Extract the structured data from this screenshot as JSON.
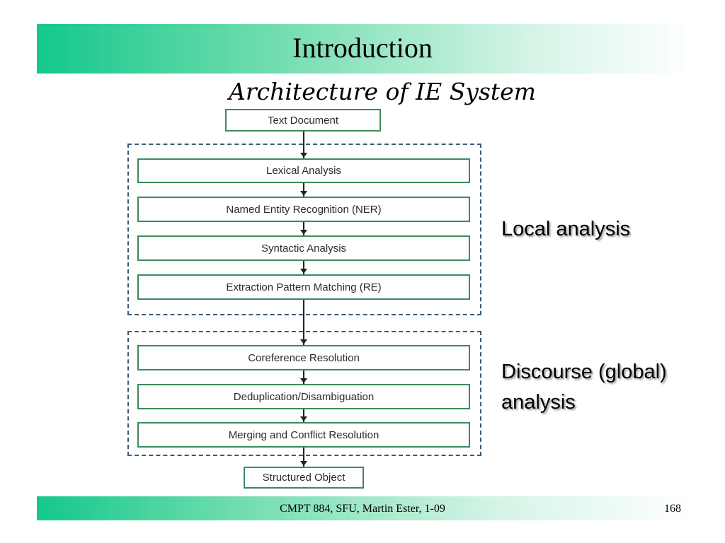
{
  "slide": {
    "title": "Introduction",
    "subtitle": "Architecture of IE System",
    "footer": "CMPT 884, SFU, Martin Ester, 1-09",
    "page_number": "168"
  },
  "diagram": {
    "input": "Text Document",
    "local_steps": [
      "Lexical Analysis",
      "Named Entity Recognition (NER)",
      "Syntactic Analysis",
      "Extraction Pattern Matching (RE)"
    ],
    "discourse_steps": [
      "Coreference Resolution",
      "Deduplication/Disambiguation",
      "Merging and Conflict Resolution"
    ],
    "output": "Structured Object"
  },
  "labels": {
    "local": "Local analysis",
    "discourse_line1": "Discourse (global)",
    "discourse_line2": "analysis"
  },
  "colors": {
    "header_gradient_start": "#14c88c",
    "box_border": "#3c8a5e",
    "group_border": "#3c5a78"
  }
}
